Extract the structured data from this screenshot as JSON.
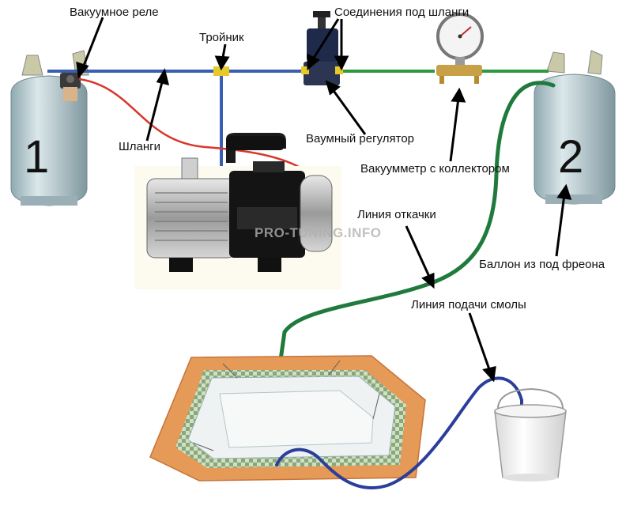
{
  "labels": {
    "vacuum_relay": "Вакуумное реле",
    "tee": "Тройник",
    "hose_connections": "Соединения под шланги",
    "hoses": "Шланги",
    "vacuum_regulator": "Ваумный регулятор",
    "gauge_manifold": "Вакуумметр с коллектором",
    "evacuation_line": "Линия откачки",
    "freon_cylinder": "Баллон из под фреона",
    "resin_feed_line": "Линия подачи смолы"
  },
  "cylinders": {
    "left_number": "1",
    "right_number": "2"
  },
  "watermark": "PRO-TUNING.INFO",
  "colors": {
    "vacuum_line": "#3a5fb0",
    "evacuation_line": "#1f7a3c",
    "resin_line": "#2b3f9a",
    "electric_cable": "#d8372a",
    "cylinder": "#b9cdd3",
    "mold_border": "#e59a57",
    "gasket": "#7b9a6a"
  },
  "icons": [
    "vacuum-pump-icon",
    "pressure-gauge-icon",
    "resin-bucket-icon",
    "gas-cylinder-icon"
  ]
}
